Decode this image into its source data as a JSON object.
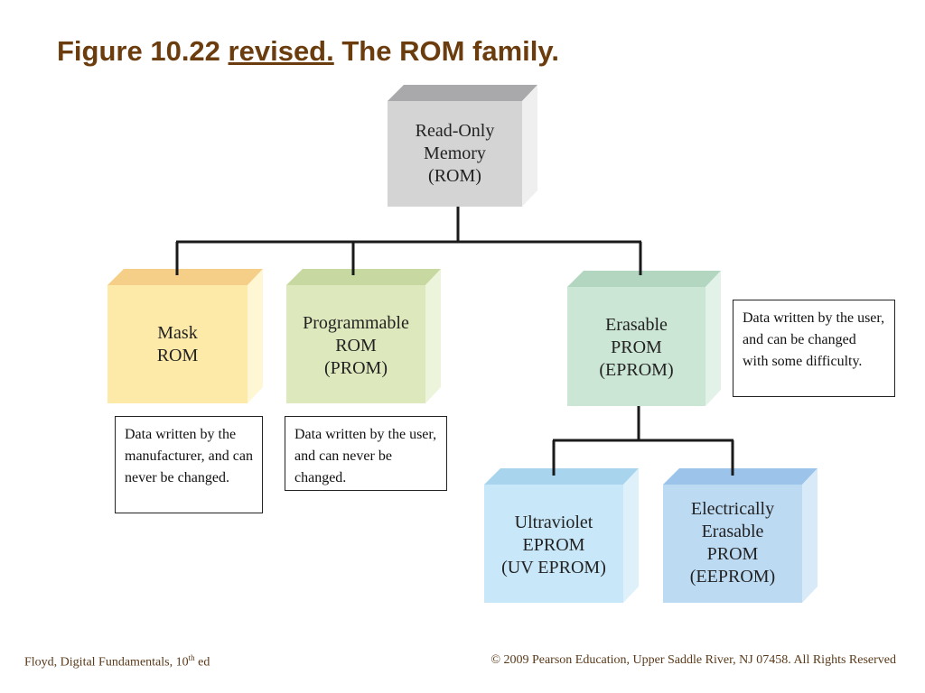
{
  "title": {
    "prefix": "Figure 10.22",
    "underlined": "revised.",
    "suffix": "The ROM family."
  },
  "boxes": {
    "rom": {
      "lines": [
        "Read-Only",
        "Memory",
        "(ROM)"
      ],
      "front": "#d4d4d4",
      "top": "#a9a9ab",
      "side": "#efefef"
    },
    "mask": {
      "lines": [
        "Mask",
        "ROM"
      ],
      "front": "#fde9a8",
      "top": "#f5cf88",
      "side": "#fff6d3"
    },
    "prom": {
      "lines": [
        "Programmable",
        "ROM",
        "(PROM)"
      ],
      "front": "#dde9bd",
      "top": "#c7d8a0",
      "side": "#edf4dc"
    },
    "eprom": {
      "lines": [
        "Erasable",
        "PROM",
        "(EPROM)"
      ],
      "front": "#cce6d5",
      "top": "#b3d6c0",
      "side": "#e3f2e9"
    },
    "uveprom": {
      "lines": [
        "Ultraviolet",
        "EPROM",
        "(UV EPROM)"
      ],
      "front": "#c8e7f8",
      "top": "#a9d4ee",
      "side": "#def1fb"
    },
    "eeprom": {
      "lines": [
        "Electrically",
        "Erasable",
        "PROM",
        "(EEPROM)"
      ],
      "front": "#bddaf3",
      "top": "#9cc3e9",
      "side": "#d8e9f8"
    }
  },
  "notes": {
    "mask": "Data written by the manufacturer, and can never be changed.",
    "prom": "Data written by the user, and can never be changed.",
    "eprom": "Data written by the user, and can be changed with some difficulty."
  },
  "footer": {
    "left_main": "Floyd, Digital Fundamentals, 10",
    "left_sup": "th",
    "left_suffix": " ed",
    "right": "© 2009 Pearson Education, Upper Saddle River, NJ 07458. All Rights Reserved"
  }
}
